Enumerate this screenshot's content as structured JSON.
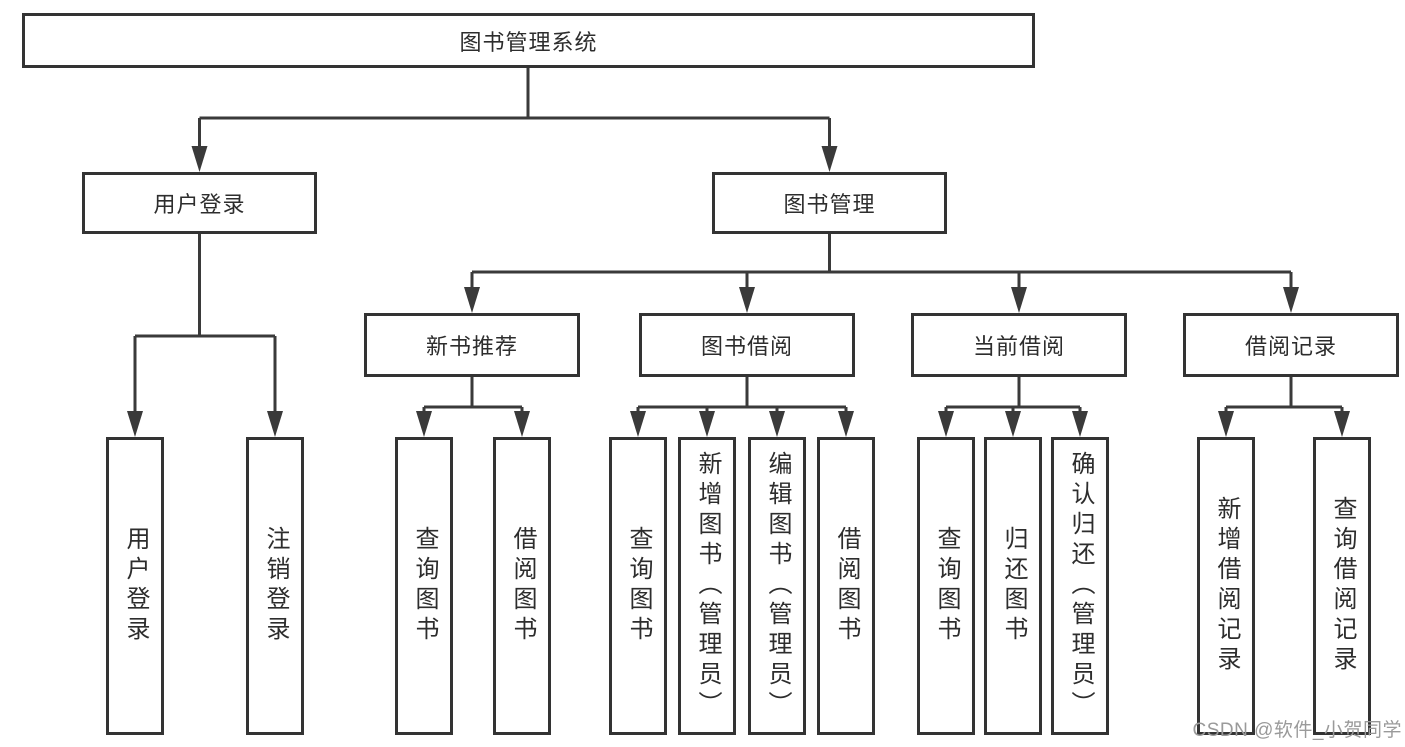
{
  "diagram": {
    "colors": {
      "line": "#3a3a3a",
      "border": "#333333",
      "text": "#2d2d2d",
      "watermark": "#9a9a9a"
    },
    "root": {
      "label": "图书管理系统"
    },
    "level2": [
      {
        "label": "用户登录"
      },
      {
        "label": "图书管理"
      }
    ],
    "level3": [
      {
        "label": "新书推荐"
      },
      {
        "label": "图书借阅"
      },
      {
        "label": "当前借阅"
      },
      {
        "label": "借阅记录"
      }
    ],
    "leaves": [
      {
        "label": "用户登录"
      },
      {
        "label": "注销登录"
      },
      {
        "label": "查询图书"
      },
      {
        "label": "借阅图书"
      },
      {
        "label": "查询图书"
      },
      {
        "label": "新增图书（管理员）"
      },
      {
        "label": "编辑图书（管理员）"
      },
      {
        "label": "借阅图书"
      },
      {
        "label": "查询图书"
      },
      {
        "label": "归还图书"
      },
      {
        "label": "确认归还（管理员）"
      },
      {
        "label": "新增借阅记录"
      },
      {
        "label": "查询借阅记录"
      }
    ],
    "watermark": "CSDN @软件_小贺同学"
  }
}
